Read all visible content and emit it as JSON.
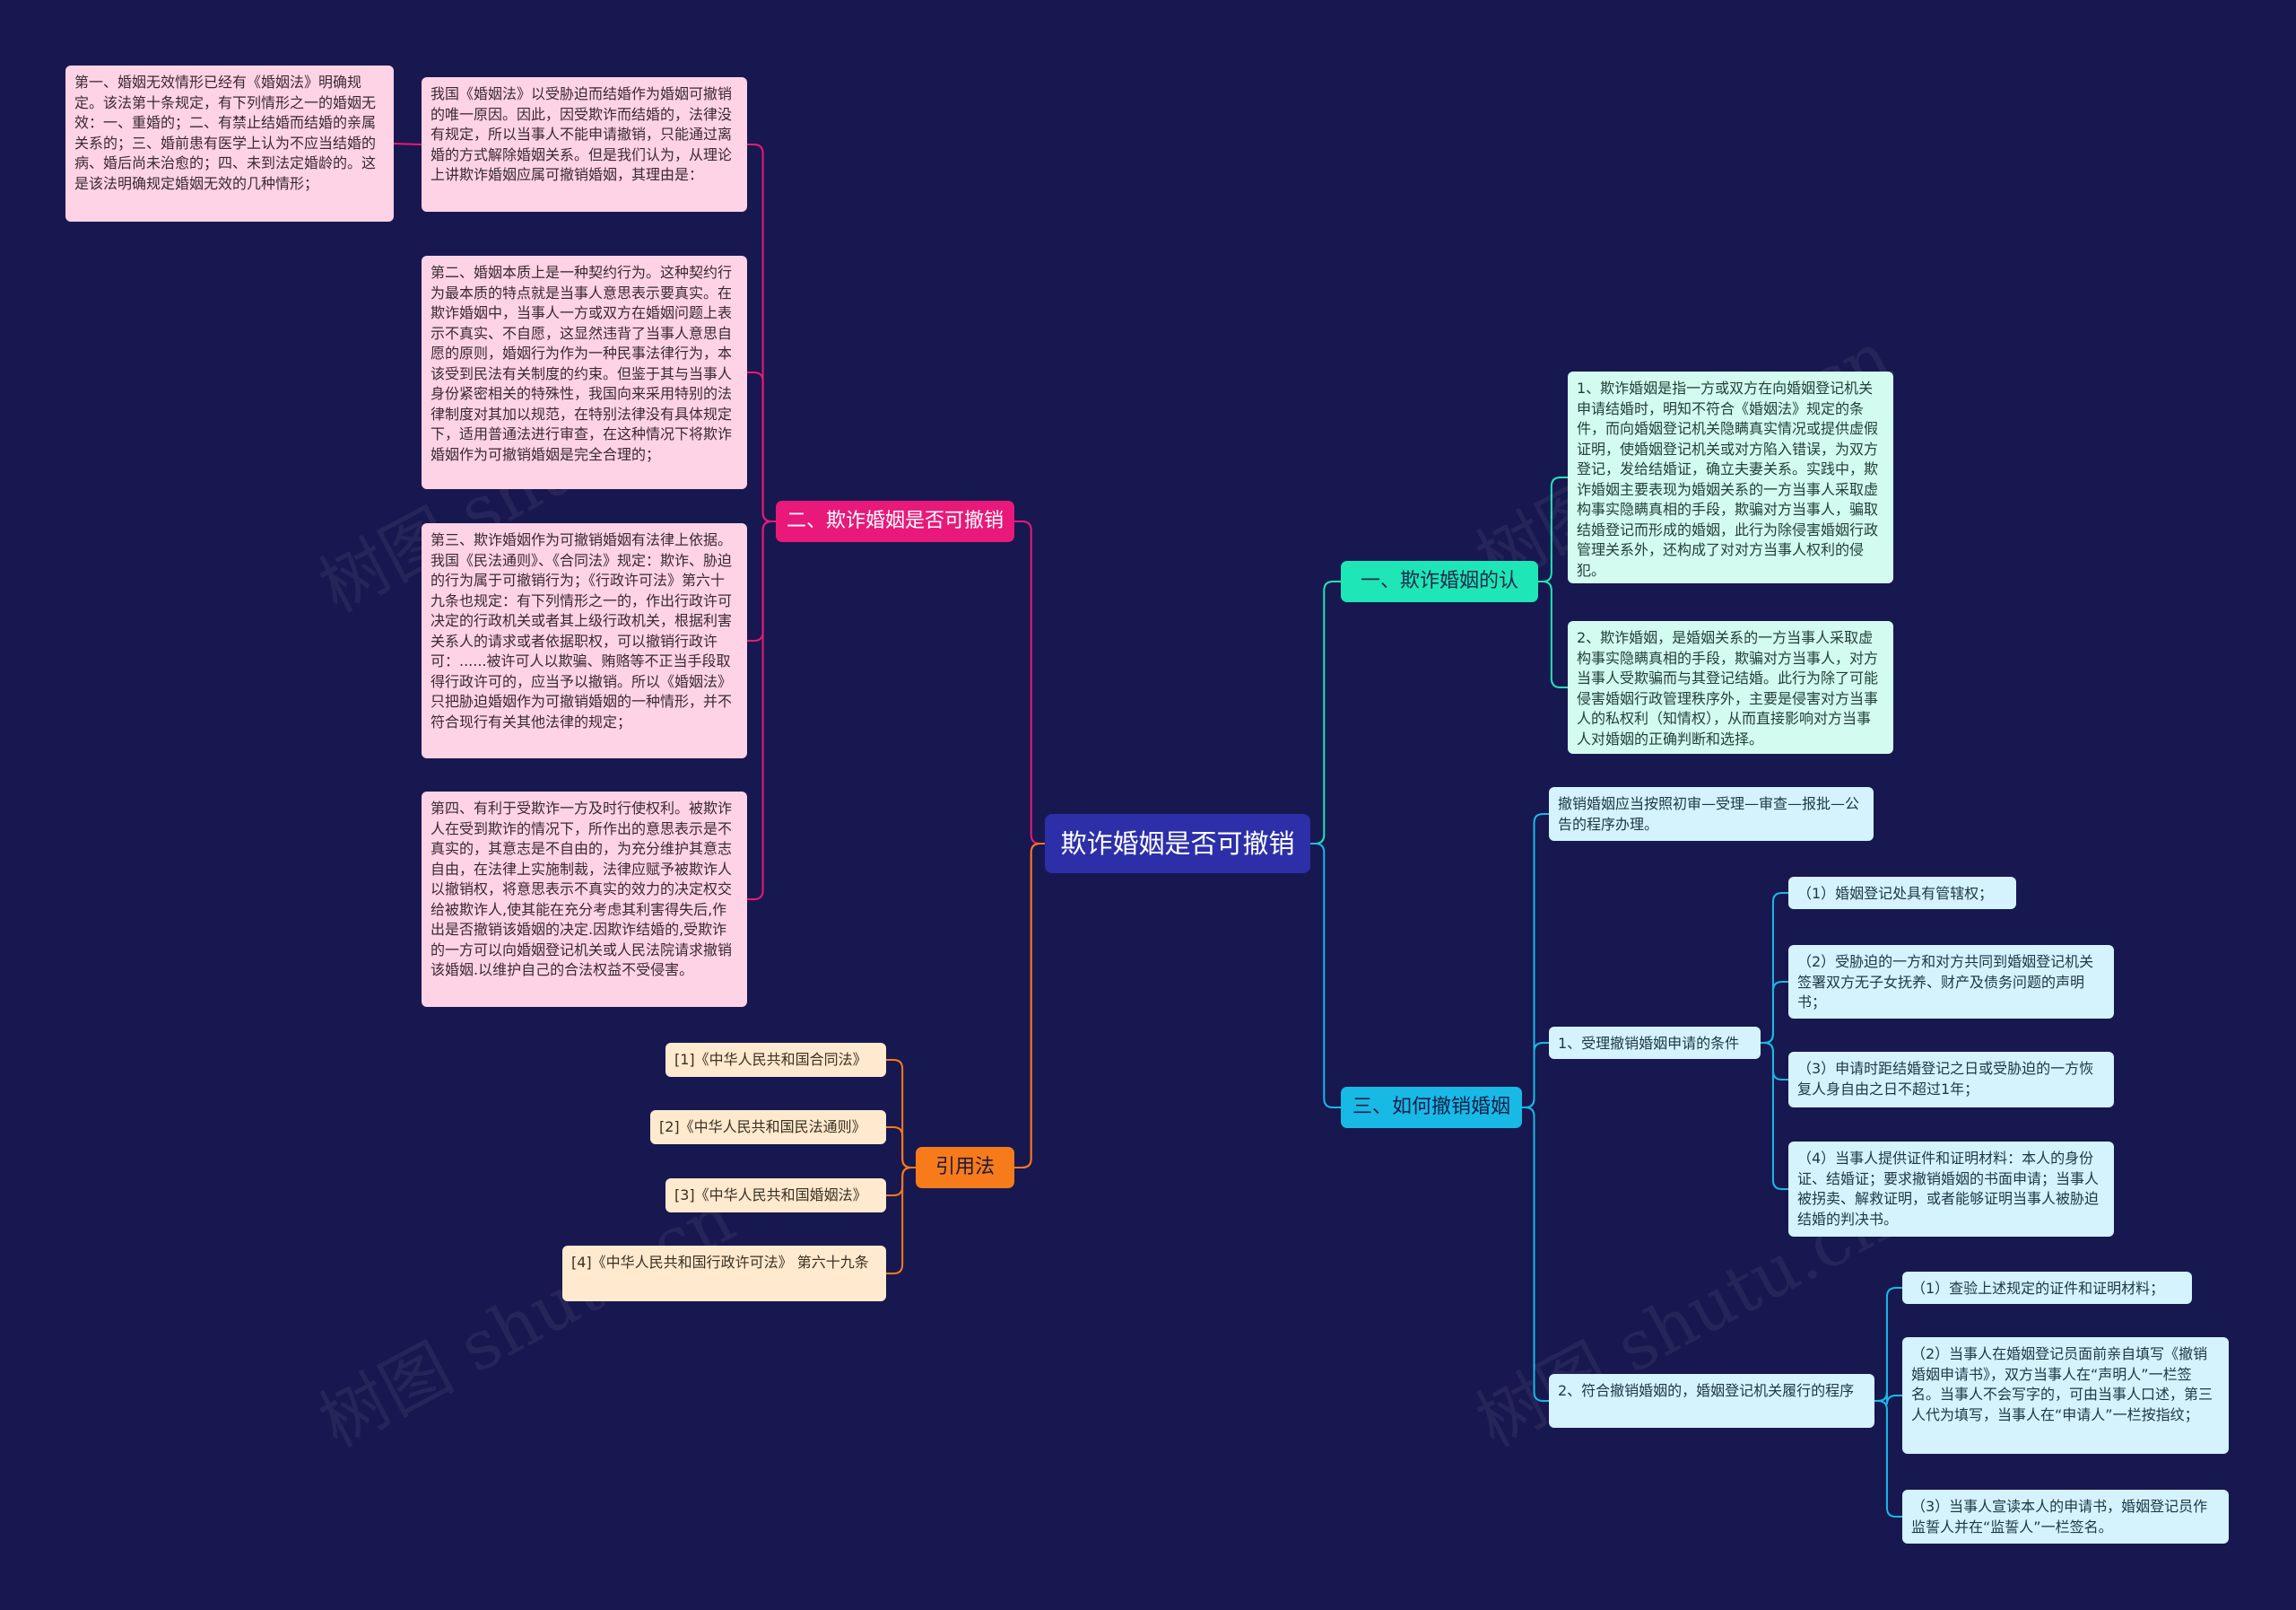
{
  "colors": {
    "background": "#181850",
    "root": "#2c2fa8",
    "branch_pink": "#e8197a",
    "branch_orange": "#f77b1a",
    "branch_teal": "#1fe6b6",
    "branch_cyan": "#19b9e6",
    "leaf_pink": "#ffd3e6",
    "leaf_peach": "#ffe9cf",
    "leaf_mint": "#d3fbef",
    "leaf_sky": "#d4f3fd"
  },
  "watermark": "树图 shutu.cn",
  "root": {
    "label": "欺诈婚姻是否可撤销"
  },
  "branches": {
    "b2": {
      "label": "二、欺诈婚姻是否可撤销",
      "leaves": [
        "我国《婚姻法》以受胁迫而结婚作为婚姻可撤销的唯一原因。因此，因受欺诈而结婚的，法律没有规定，所以当事人不能申请撤销，只能通过离婚的方式解除婚姻关系。但是我们认为，从理论上讲欺诈婚姻应属可撤销婚姻，其理由是：",
        "第二、婚姻本质上是一种契约行为。这种契约行为最本质的特点就是当事人意思表示要真实。在欺诈婚姻中，当事人一方或双方在婚姻问题上表示不真实、不自愿，这显然违背了当事人意思自愿的原则，婚姻行为作为一种民事法律行为，本该受到民法有关制度的约束。但鉴于其与当事人身份紧密相关的特殊性，我国向来采用特别的法律制度对其加以规范，在特别法律没有具体规定下，适用普通法进行审查，在这种情况下将欺诈婚姻作为可撤销婚姻是完全合理的；",
        "第三、欺诈婚姻作为可撤销婚姻有法律上依据。我国《民法通则》、《合同法》规定：欺诈、胁迫的行为属于可撤销行为；《行政许可法》第六十九条也规定：有下列情形之一的，作出行政许可决定的行政机关或者其上级行政机关，根据利害关系人的请求或者依据职权，可以撤销行政许可：......被许可人以欺骗、贿赂等不正当手段取得行政许可的，应当予以撤销。所以《婚姻法》只把胁迫婚姻作为可撤销婚姻的一种情形，并不符合现行有关其他法律的规定；",
        "第四、有利于受欺诈一方及时行使权利。被欺诈人在受到欺诈的情况下，所作出的意思表示是不真实的，其意志是不自由的，为充分维护其意志自由，在法律上实施制裁，法律应赋予被欺诈人以撤销权，将意思表示不真实的效力的决定权交给被欺诈人,使其能在充分考虑其利害得失后,作出是否撤销该婚姻的决定.因欺诈结婚的,受欺诈的一方可以向婚姻登记机关或人民法院请求撤销该婚姻.以维护自己的合法权益不受侵害。"
      ],
      "sub_leaf": "第一、婚姻无效情形已经有《婚姻法》明确规定。该法第十条规定，有下列情形之一的婚姻无效：一、重婚的；二、有禁止结婚而结婚的亲属关系的；三、婚前患有医学上认为不应当结婚的病、婚后尚未治愈的；四、未到法定婚龄的。这是该法明确规定婚姻无效的几种情形；"
    },
    "refs": {
      "label": "引用法条",
      "leaves": [
        "[1]《中华人民共和国合同法》",
        "[2]《中华人民共和国民法通则》",
        "[3]《中华人民共和国婚姻法》",
        "[4]《中华人民共和国行政许可法》 第六十九条"
      ]
    },
    "b1": {
      "label": "一、欺诈婚姻的认定",
      "leaves": [
        "1、欺诈婚姻是指一方或双方在向婚姻登记机关申请结婚时，明知不符合《婚姻法》规定的条件，而向婚姻登记机关隐瞒真实情况或提供虚假证明，使婚姻登记机关或对方陷入错误，为双方登记，发给结婚证，确立夫妻关系。实践中，欺诈婚姻主要表现为婚姻关系的一方当事人采取虚构事实隐瞒真相的手段，欺骗对方当事人，骗取结婚登记而形成的婚姻，此行为除侵害婚姻行政管理关系外，还构成了对对方当事人权利的侵犯。",
        "2、欺诈婚姻，是婚姻关系的一方当事人采取虚构事实隐瞒真相的手段，欺骗对方当事人，对方当事人受欺骗而与其登记结婚。此行为除了可能侵害婚姻行政管理秩序外，主要是侵害对方当事人的私权利（知情权），从而直接影响对方当事人对婚姻的正确判断和选择。"
      ]
    },
    "b3": {
      "label": "三、如何撤销婚姻",
      "intro": "撤销婚姻应当按照初审—受理—审查—报批—公告的程序办理。",
      "group1": {
        "label": "1、受理撤销婚姻申请的条件",
        "items": [
          "（1）婚姻登记处具有管辖权；",
          "（2）受胁迫的一方和对方共同到婚姻登记机关签署双方无子女抚养、财产及债务问题的声明书；",
          "（3）申请时距结婚登记之日或受胁迫的一方恢复人身自由之日不超过1年；",
          "（4）当事人提供证件和证明材料：本人的身份证、结婚证；要求撤销婚姻的书面申请；当事人被拐卖、解救证明，或者能够证明当事人被胁迫结婚的判决书。"
        ]
      },
      "group2": {
        "label": "2、符合撤销婚姻的，婚姻登记机关履行的程序",
        "items": [
          "（1）查验上述规定的证件和证明材料；",
          "（2）当事人在婚姻登记员面前亲自填写《撤销婚姻申请书》，双方当事人在“声明人”一栏签名。当事人不会写字的，可由当事人口述，第三人代为填写，当事人在“申请人”一栏按指纹；",
          "（3）当事人宣读本人的申请书，婚姻登记员作监誓人并在“监誓人”一栏签名。"
        ]
      }
    }
  }
}
